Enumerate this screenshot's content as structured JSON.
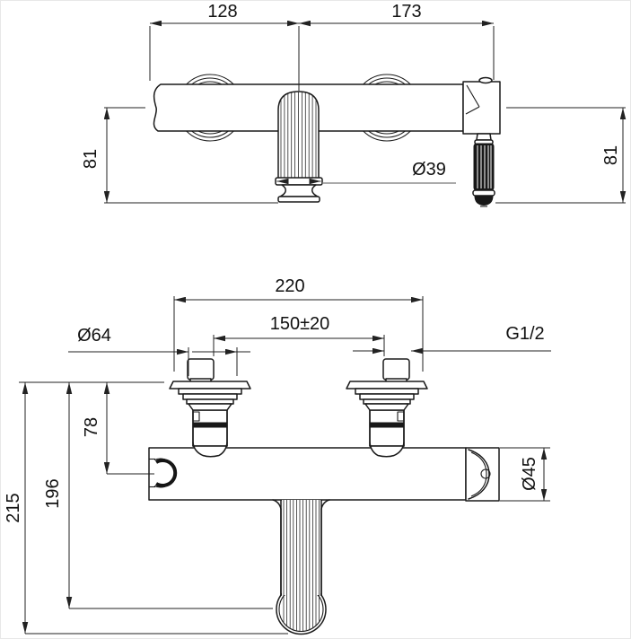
{
  "page": {
    "background": "#ffffff",
    "line_color": "#1a1a1a",
    "description": "Technical dimension drawing of wall-mounted mixer faucet, two views"
  },
  "views": {
    "top": {
      "labels": {
        "width_left": "128",
        "width_right": "173",
        "height_left": "81",
        "height_right": "81",
        "spout_diameter": "Ø39"
      }
    },
    "front": {
      "labels": {
        "overall_width": "220",
        "connection_centers": "150±20",
        "escutcheon_diameter": "Ø64",
        "thread_size": "G1/2",
        "hook_offset": "78",
        "spout_drop": "196",
        "overall_height": "215",
        "body_diameter": "Ø45"
      }
    }
  }
}
